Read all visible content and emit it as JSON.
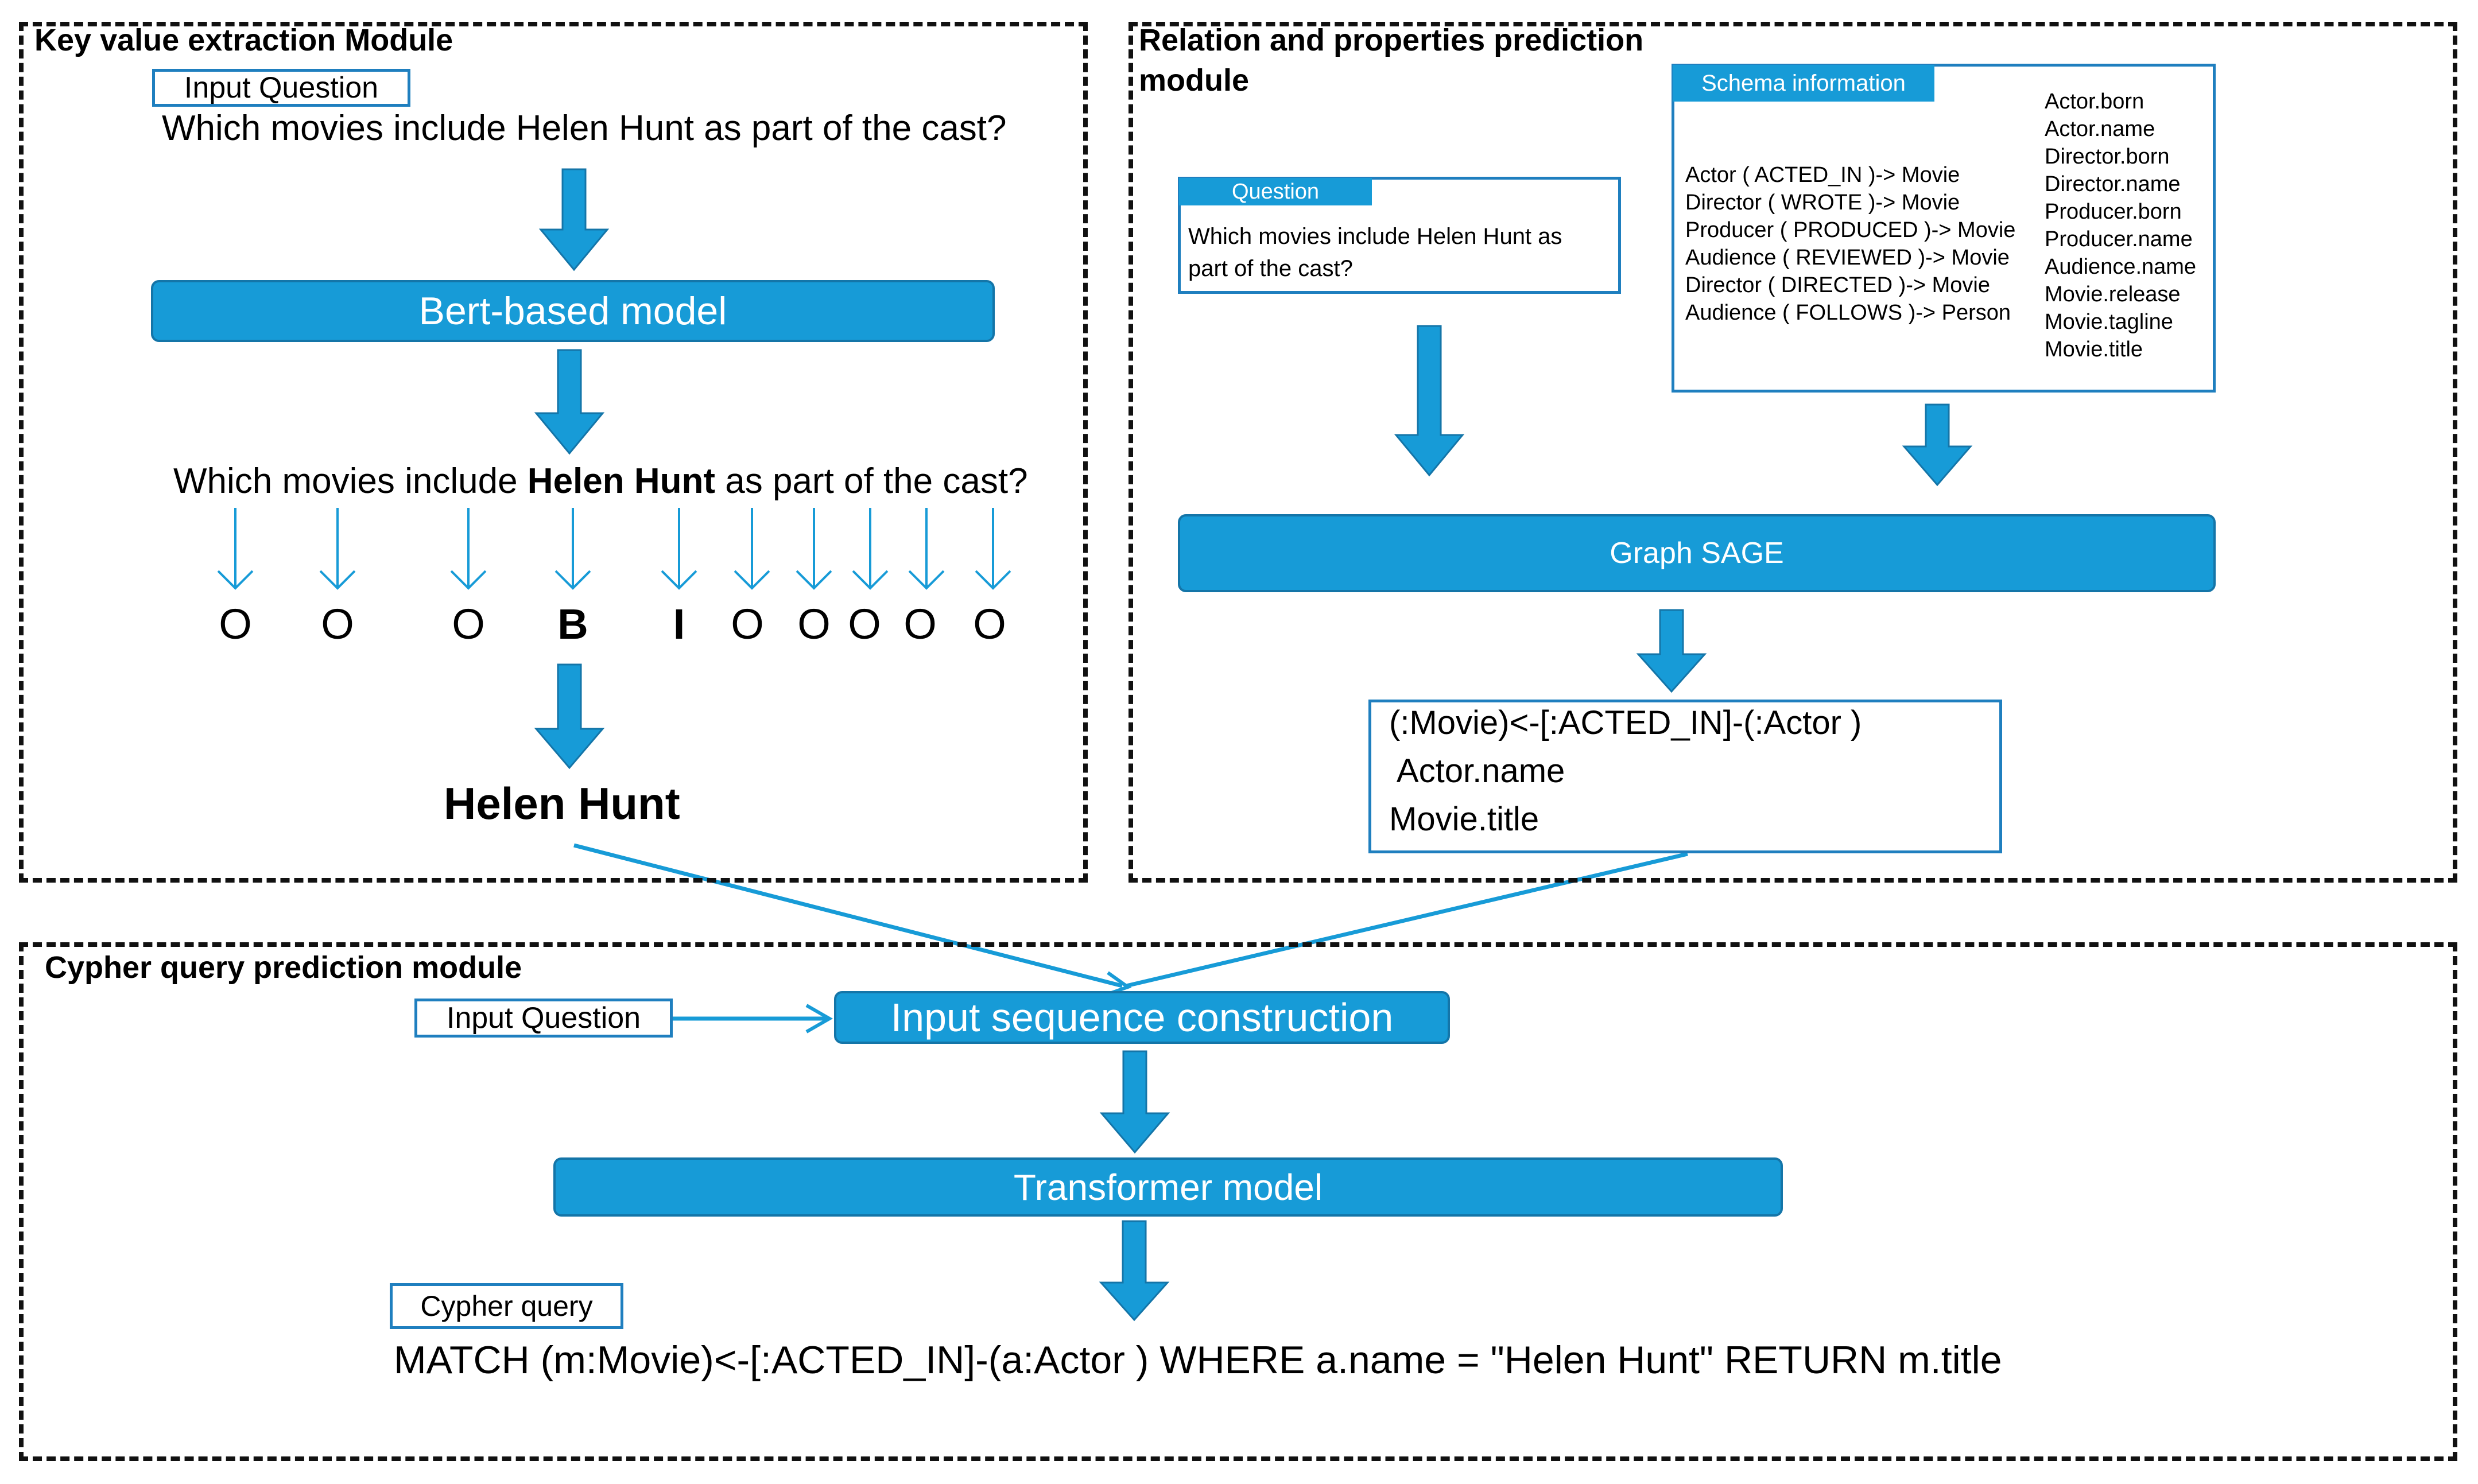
{
  "modules": {
    "key_value": {
      "title": "Key value extraction Module",
      "input_label": "Input Question",
      "question": "Which movies include Helen Hunt as part of the cast?",
      "model_label": "Bert-based model",
      "tokenized": {
        "before": "Which movies include ",
        "entity": "Helen Hunt",
        "after": " as part of the cast?"
      },
      "tags": [
        "O",
        "O",
        "O",
        "B",
        "I",
        "O",
        "O",
        "O",
        "O",
        "O"
      ],
      "extracted_entity": "Helen Hunt"
    },
    "relation": {
      "title_line1": "Relation and properties prediction",
      "title_line2": "module",
      "question_header": "Question",
      "question_line1": "Which movies include Helen Hunt as",
      "question_line2": "part of the cast?",
      "schema_header": "Schema information",
      "schema_relations": [
        "Actor ( ACTED_IN )-> Movie",
        "Director ( WROTE )-> Movie",
        "Producer ( PRODUCED )-> Movie",
        "Audience ( REVIEWED )-> Movie",
        "Director ( DIRECTED )-> Movie",
        "Audience ( FOLLOWS )-> Person"
      ],
      "schema_properties": [
        "Actor.born",
        "Actor.name",
        "Director.born",
        "Director.name",
        "Producer.born",
        "Producer.name",
        "Audience.name",
        "Movie.release",
        "Movie.tagline",
        "Movie.title"
      ],
      "model_label": "Graph SAGE",
      "output_lines": [
        "(:Movie)<-[:ACTED_IN]-(:Actor )",
        " Actor.name",
        "Movie.title"
      ]
    },
    "cypher": {
      "title": "Cypher query prediction module",
      "input_label": "Input Question",
      "construction_label": "Input sequence construction",
      "model_label": "Transformer model",
      "output_label": "Cypher query",
      "query": "MATCH (m:Movie)<-[:ACTED_IN]-(a:Actor ) WHERE a.name = \"Helen Hunt\" RETURN m.title"
    }
  },
  "colors": {
    "accent": "#179bd7",
    "accent_dark": "#1475a8",
    "box_border": "#1f7fbf",
    "dash": "#111111"
  }
}
